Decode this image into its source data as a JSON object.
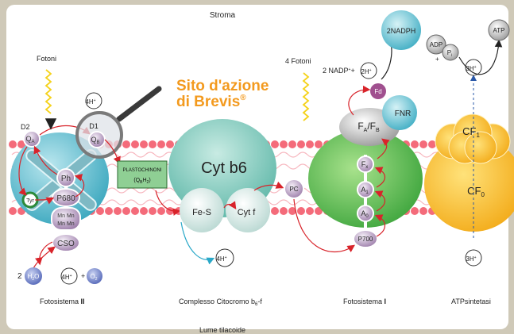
{
  "labels": {
    "stroma": "Stroma",
    "lumen": "Lume tilacoide",
    "fotoni": "Fotoni",
    "quattro_fotoni": "4 Fotoni",
    "brevis_line1": "Sito d'azione",
    "brevis_line2": "di Brevis",
    "brevis_reg": "®",
    "plastochinoni_line1": "PLASTOCHINONI",
    "plastochinoni_line2": "(Q",
    "plastochinoni_sub1": "B",
    "plastochinoni_mid": "H",
    "plastochinoni_sub2": "2",
    "plastochinoni_end": ")"
  },
  "psii": {
    "name_pre": "Fotosistema ",
    "name_bold": "II",
    "d1": "D1",
    "d2": "D2",
    "qa": "Q",
    "qa_sub": "A",
    "qb": "Q",
    "qb_sub": "B",
    "ph": "Ph",
    "p680": "P680",
    "mn_top": "Mn Mn",
    "mn_bot": "Mn Mn",
    "cso": "CSO",
    "tyr": "Tyr",
    "h_top": "4H",
    "h_bottom": "4H",
    "water_coef": "2",
    "water": "H",
    "water_sub": "2",
    "water_end": "O",
    "plus": "+",
    "o2": "O",
    "o2_sub": "2"
  },
  "cyt": {
    "name": "Complesso Citocromo b",
    "name_sub": "6",
    "name_end": "-f",
    "title": "Cyt b6",
    "fes": "Fe-S",
    "cytf": "Cyt f",
    "pc": "PC",
    "h_lumen": "4H"
  },
  "psi": {
    "name_pre": "Fotosistema ",
    "name_bold": "I",
    "fa": "F",
    "fa_sub": "A",
    "slash": "/",
    "fb": "F",
    "fb_sub": "B",
    "fx": "F",
    "fx_sub": "x",
    "a1": "A",
    "a1_sub": "1",
    "a0": "A",
    "a0_sub": "0",
    "p700": "P700",
    "fd": "Fd",
    "fnr": "FNR",
    "nadph": "2NADPH",
    "nadp_text": "2 NADP",
    "nadp_plus": "+",
    "h_stroma": "2H"
  },
  "atp": {
    "name": "ATPsintetasi",
    "cf1": "CF",
    "cf1_sub": "1",
    "cf0": "CF",
    "cf0_sub": "0",
    "adp": "ADP",
    "pi": "P",
    "pi_sub": "i",
    "atp": "ATP",
    "h_top": "3H",
    "h_bottom": "3H",
    "plus": "+"
  },
  "colors": {
    "accent_orange": "#f39a1e",
    "membrane_pink": "#f46b7a",
    "psii_teal": "#4fb3c7",
    "cyt_teal": "#7cc4b8",
    "psi_green": "#5cbf4a",
    "atp_yellow": "#f6b81c",
    "carrier_purple": "#a98bb5",
    "plastoquinone_green": "#8fcf94"
  }
}
